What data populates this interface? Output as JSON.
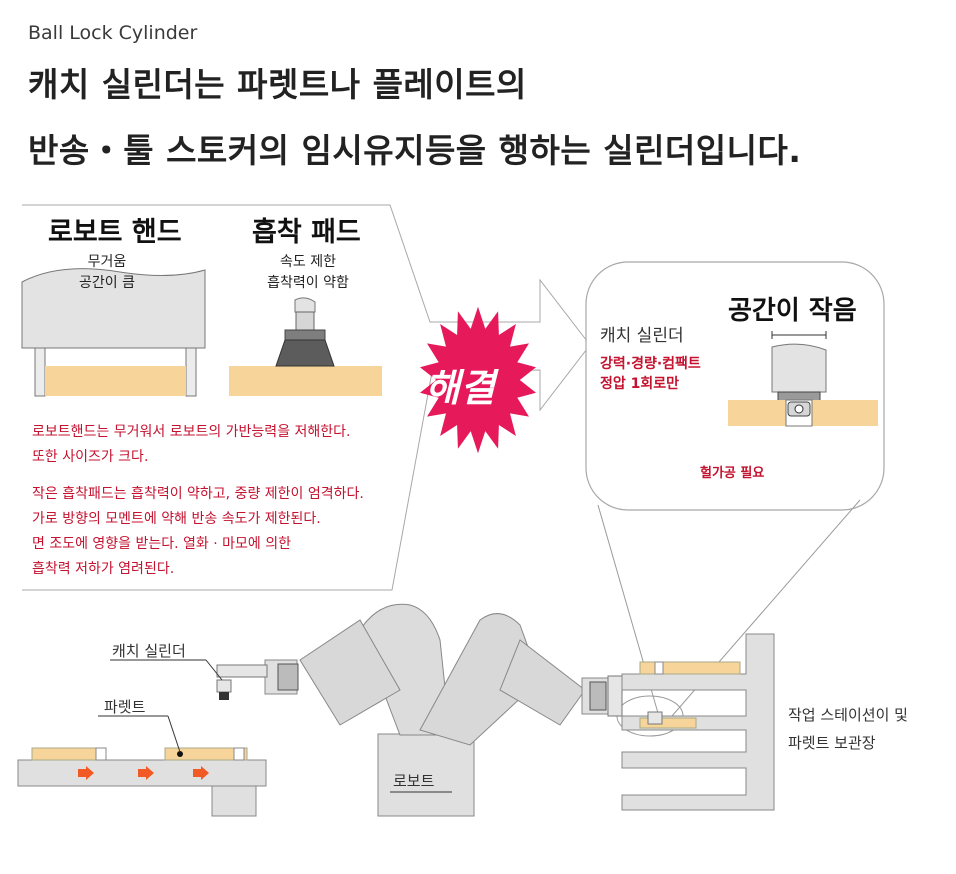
{
  "header": {
    "subtitle": "Ball Lock Cylinder",
    "headline_line1": "캐치 실린더는 파렛트나 플레이트의",
    "headline_line2": "반송・툴 스토커의 임시유지등을 행하는 실린더입니다."
  },
  "problems": {
    "robot_hand": {
      "title": "로보트 핸드",
      "caption": [
        "무거움",
        "공간이 큼"
      ]
    },
    "suction_pad": {
      "title": "흡착 패드",
      "caption": [
        "속도 제한",
        "흡착력이 약함"
      ]
    },
    "notes_1": [
      "로보트핸드는 무거워서 로보트의 가반능력을 저해한다.",
      "또한 사이즈가 크다."
    ],
    "notes_2": [
      "작은 흡착패드는 흡착력이 약하고, 중량 제한이 엄격하다.",
      "가로 방향의 모멘트에 약해 반송 속도가 제한된다.",
      "면 조도에 영향을 받는다. 열화 · 마모에 의한",
      "흡착력 저하가 염려된다."
    ]
  },
  "solution": {
    "badge": "해결",
    "bubble_label": "캐치 실린더",
    "bubble_title": "공간이 작음",
    "features": [
      "강력·경량·컴팩트",
      "정압 1회로만"
    ],
    "note": "헐가공 필요"
  },
  "illustration": {
    "catch_cylinder_label": "캐치 실린더",
    "pallet_label": "파렛트",
    "robot_label": "로보트",
    "station_label": [
      "작업 스테이션이 및",
      "파렛트 보관장"
    ]
  },
  "colors": {
    "accent_red": "#c4122f",
    "burst_pink": "#e6195a",
    "wood": "#f6d49a",
    "panel_gray": "#e3e3e3",
    "line_gray": "#8a8a8a"
  }
}
